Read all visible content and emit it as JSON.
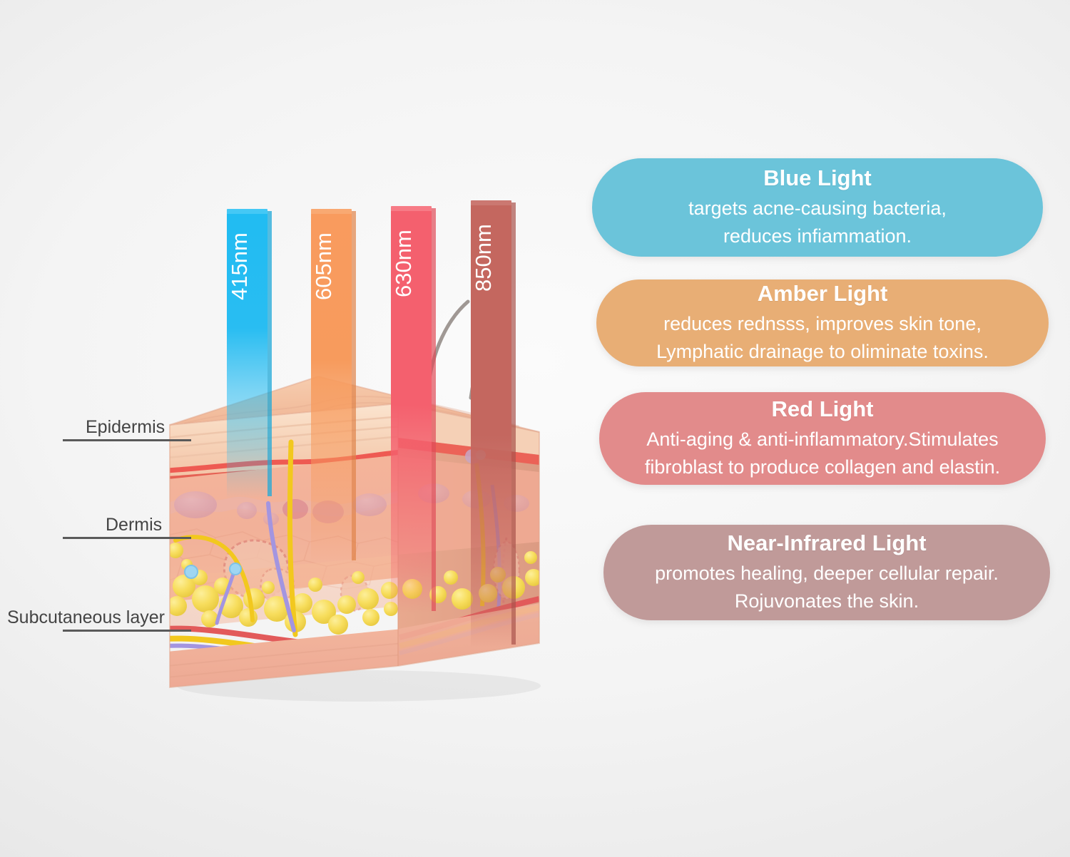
{
  "diagram": {
    "skin_layers": [
      {
        "name": "Epidermis",
        "label": "Epidermis"
      },
      {
        "name": "Dermis",
        "label": "Dermis"
      },
      {
        "name": "Subcutaneous layer",
        "label": "Subcutaneous layer"
      }
    ],
    "beams": [
      {
        "id": "blue",
        "wavelength": "415nm",
        "color": "#29bdf2",
        "color_top": "#44c8f5",
        "depth_label": "epidermis"
      },
      {
        "id": "amber",
        "wavelength": "605nm",
        "color": "#f79b5d",
        "color_top": "#f9a972",
        "depth_label": "upper dermis"
      },
      {
        "id": "red",
        "wavelength": "630nm",
        "color": "#f4606e",
        "color_top": "#f77b86",
        "depth_label": "dermis"
      },
      {
        "id": "near-infrared",
        "wavelength": "850nm",
        "color": "#c4675f",
        "color_top": "#cb7871",
        "depth_label": "subcutaneous layer"
      }
    ]
  },
  "cards": [
    {
      "id": "blue-light",
      "title": "Blue Light",
      "lines": [
        "targets acne-causing bacteria,",
        "reduces infiammation."
      ],
      "color": "#6bc4da"
    },
    {
      "id": "amber-light",
      "title": "Amber Light",
      "lines": [
        "reduces rednsss, improves skin tone,",
        "Lymphatic drainage to oliminate toxins."
      ],
      "color": "#e8ae75"
    },
    {
      "id": "red-light",
      "title": "Red Light",
      "lines": [
        "Anti-aging & anti-inflammatory.Stimulates",
        "fibroblast to produce collagen and elastin."
      ],
      "color": "#e28b8b"
    },
    {
      "id": "near-infrared-light",
      "title": "Near-Infrared Light",
      "lines": [
        "promotes healing, deeper cellular repair.",
        "Rojuvonates the skin."
      ],
      "color": "#c09a99"
    }
  ]
}
